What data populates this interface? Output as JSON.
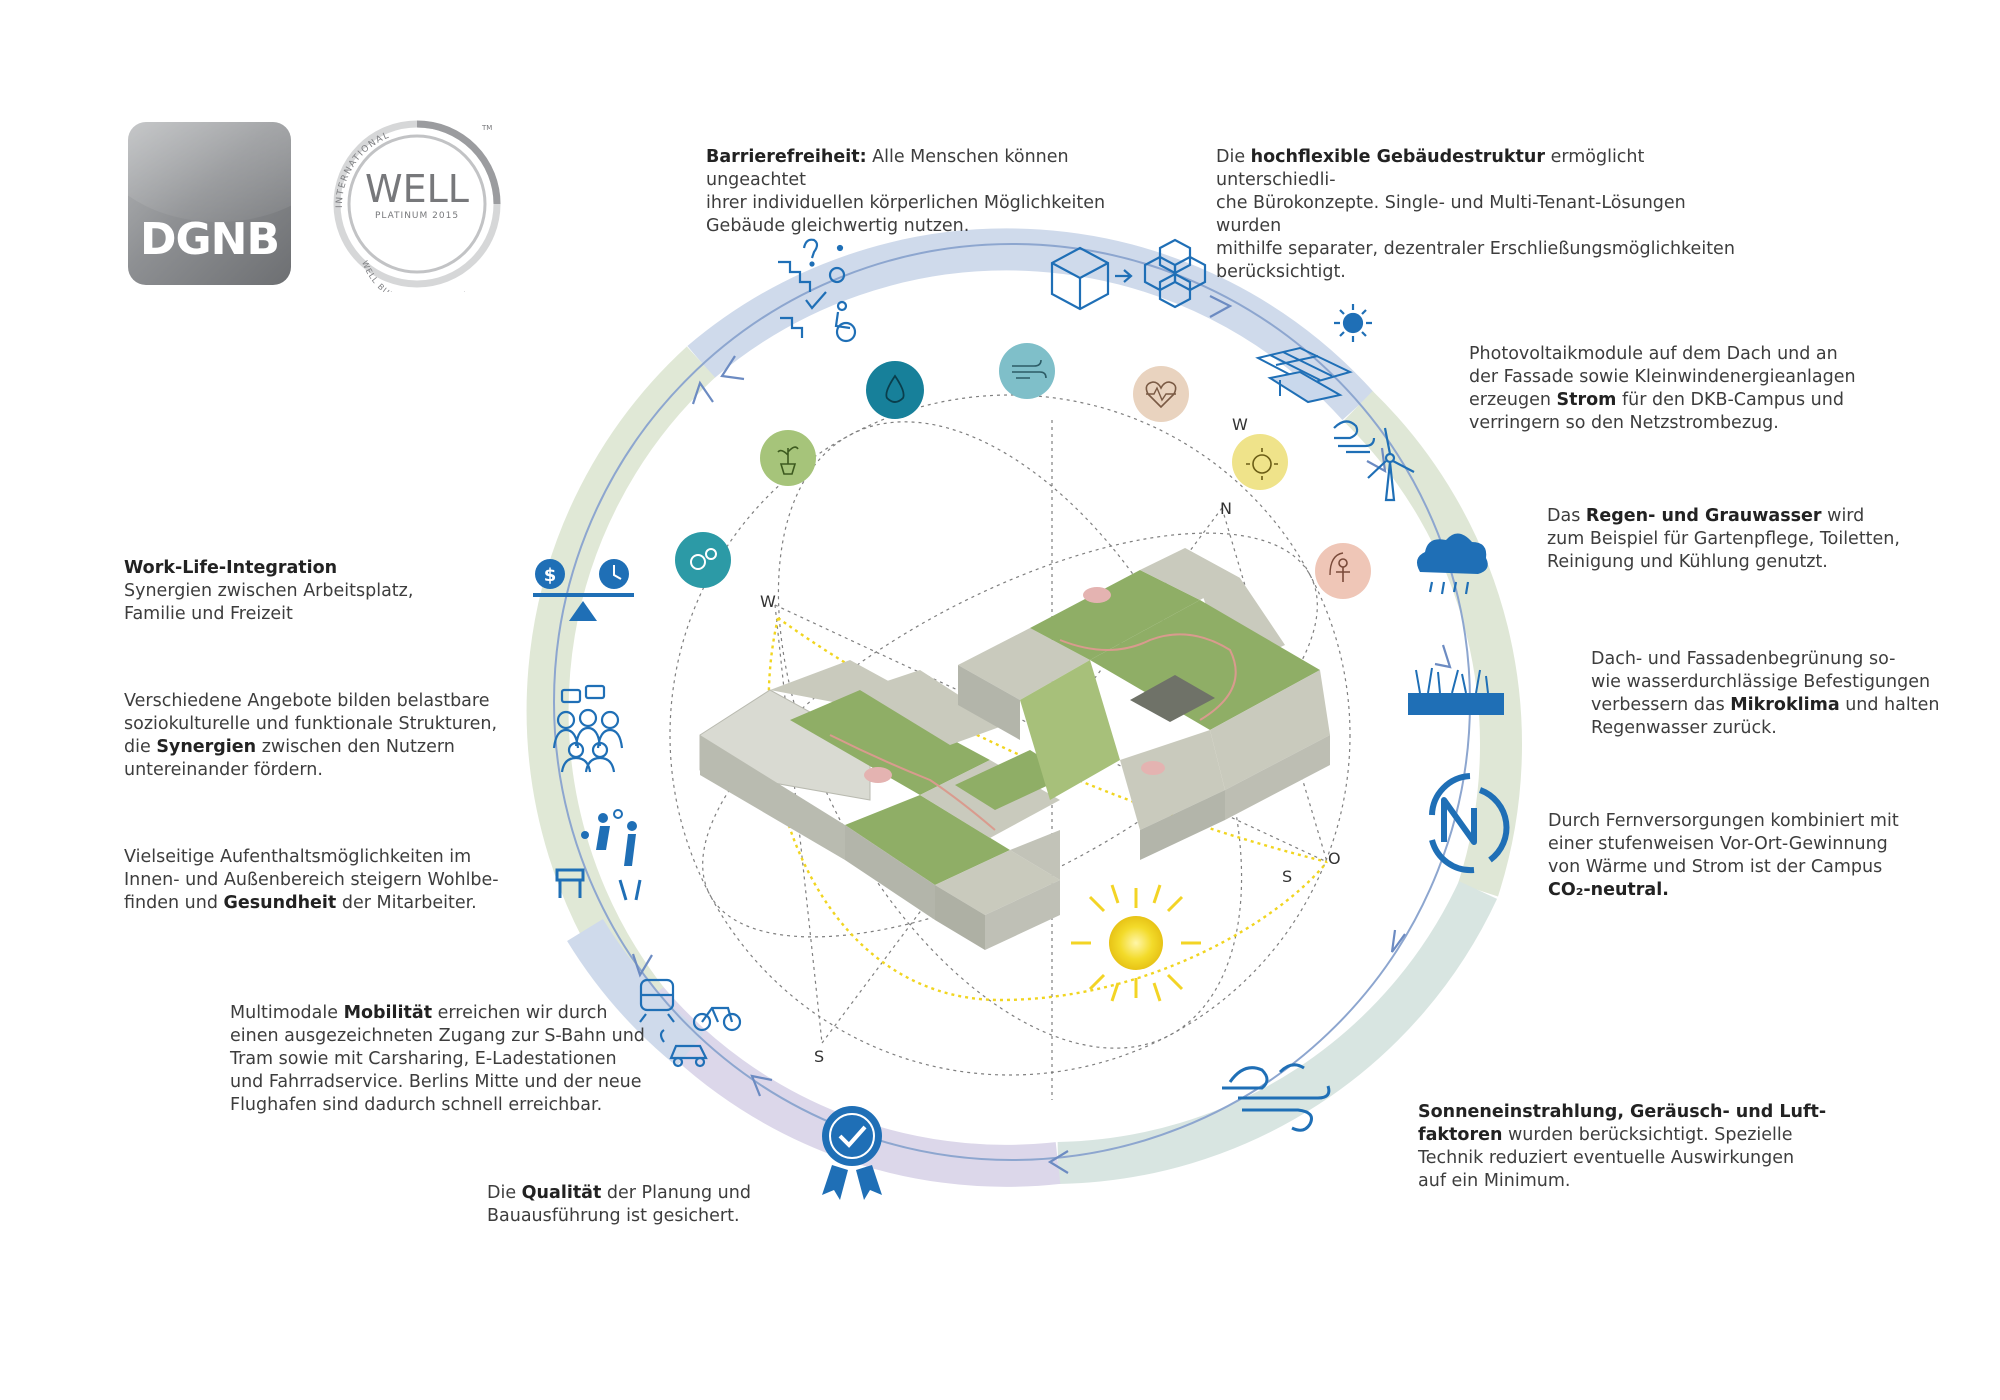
{
  "logos": {
    "dgnb": "DGNB",
    "well_main": "WELL",
    "well_sub": "PLATINUM 2015",
    "well_ring_top": "INTERNATIONAL",
    "well_ring_bottom": "WELL BUILDING INSTITUTE",
    "well_tm": "TM"
  },
  "compass": {
    "w1": "W",
    "n": "N",
    "w2": "W",
    "s1": "S",
    "s2": "S",
    "o": "O"
  },
  "texts": {
    "barrierefreiheit": {
      "b": "Barrierefreiheit:",
      "l1": " Alle Menschen können ungeachtet",
      "l2": "ihrer individuellen körperlichen Möglichkeiten",
      "l3": "Gebäude gleichwertig nutzen."
    },
    "gebaeude": {
      "pre": "Die ",
      "b": "hochflexible Gebäudestruktur",
      "l1": " ermöglicht unterschiedli-",
      "l2": "che Bürokonzepte. Single- und Multi-Tenant-Lösungen wurden",
      "l3": "mithilfe separater, dezentraler Erschließungsmöglichkeiten",
      "l4": "berücksichtigt."
    },
    "photovoltaik": {
      "l1": "Photovoltaikmodule auf dem Dach und an",
      "l2": "der Fassade sowie Kleinwindenergieanlagen",
      "l3pre": "erzeugen ",
      "b": "Strom",
      "l3post": " für den DKB-Campus und",
      "l4": "verringern so den Netzstrombezug."
    },
    "wasser": {
      "pre": "Das ",
      "b": "Regen- und Grauwasser",
      "l1": " wird",
      "l2": "zum Beispiel für Gartenpflege, Toiletten,",
      "l3": "Reinigung und Kühlung genutzt."
    },
    "mikroklima": {
      "l1": "Dach- und Fassadenbegrünung so-",
      "l2": "wie wasserdurchlässige Befestigungen",
      "l3pre": "verbessern das ",
      "b": "Mikroklima",
      "l3post": " und halten",
      "l4": "Regenwasser zurück."
    },
    "co2": {
      "l1": "Durch Fernversorgungen kombiniert mit",
      "l2": "einer stufenweisen Vor-Ort-Gewinnung",
      "l3": "von Wärme und Strom ist der Campus",
      "b": "CO₂-neutral."
    },
    "sonne": {
      "b1": "Sonneneinstrahlung, Geräusch- und Luft-",
      "b2": "faktoren",
      "l2": " wurden berücksichtigt. Spezielle",
      "l3": "Technik reduziert eventuelle Auswirkungen",
      "l4": "auf ein Minimum."
    },
    "worklife": {
      "b": "Work-Life-Integration",
      "l1": "Synergien zwischen Arbeitsplatz,",
      "l2": "Familie und Freizeit"
    },
    "synergien": {
      "l1": "Verschiedene Angebote bilden belastbare",
      "l2": "soziokulturelle und funktionale Strukturen,",
      "l3pre": "die ",
      "b": "Synergien",
      "l3post": " zwischen den Nutzern",
      "l4": "untereinander fördern."
    },
    "gesundheit": {
      "l1": "Vielseitige Aufenthaltsmöglichkeiten im",
      "l2": "Innen- und Außenbereich steigern Wohlbe-",
      "l3pre": "finden und ",
      "b": "Gesundheit",
      "l3post": " der Mitarbeiter."
    },
    "mobilitaet": {
      "pre": "Multimodale ",
      "b": "Mobilität",
      "l1": " erreichen wir durch",
      "l2": "einen ausgezeichneten Zugang zur S-Bahn und",
      "l3": "Tram sowie mit Carsharing, E-Ladestationen",
      "l4": "und Fahrradservice. Berlins Mitte und der neue",
      "l5": "Flughafen sind dadurch schnell erreichbar."
    },
    "qualitaet": {
      "pre": "Die ",
      "b": "Qualität",
      "l1": " der Planung und",
      "l2": "Bauausführung ist gesichert."
    }
  },
  "colors": {
    "accent_blue": "#1f6fb6",
    "ring_blue": "#c9d6ea",
    "ring_green": "#dde6d3",
    "ring_lilac": "#d9d4e8",
    "ring_mint": "#d6e4e0",
    "teal": "#2c8ea3",
    "sun_yellow": "#f1d520",
    "roof_green": "#8fae66",
    "building_grey": "#c9cabd"
  },
  "icons": [
    "accessibility-icon",
    "modular-cube-icon",
    "sun-icon",
    "solar-panel-icon",
    "wind-turbine-icon",
    "rain-cloud-icon",
    "green-roof-icon",
    "co2-neutral-icon",
    "wind-flow-icon",
    "quality-badge-icon",
    "mobility-icon",
    "wellbeing-people-icon",
    "community-icon",
    "work-life-balance-icon",
    "water-drop-icon",
    "air-icon",
    "heart-health-icon",
    "plant-icon",
    "gears-icon",
    "light-icon",
    "human-comfort-icon"
  ]
}
